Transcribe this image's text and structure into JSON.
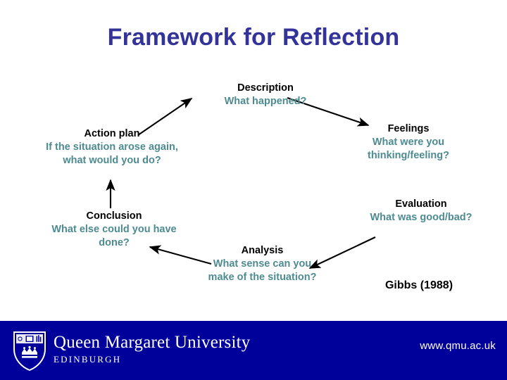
{
  "slide": {
    "title": "Framework for Reflection",
    "title_color": "#333399",
    "background_color": "#ffffff",
    "accent_teal": "#4d8b90",
    "heading_color": "#000000"
  },
  "cycle": {
    "attribution": "Gibbs (1988)",
    "stages": [
      {
        "key": "description",
        "title": "Description",
        "body": "What happened?"
      },
      {
        "key": "feelings",
        "title": "Feelings",
        "body": "What were you thinking/feeling?"
      },
      {
        "key": "evaluation",
        "title": "Evaluation",
        "body": "What was good/bad?"
      },
      {
        "key": "analysis",
        "title": "Analysis",
        "body": "What sense can you make of the situation?"
      },
      {
        "key": "conclusion",
        "title": "Conclusion",
        "body": "What else could you have done?"
      },
      {
        "key": "action-plan",
        "title": "Action plan",
        "body": "If the situation arose again, what would you do?"
      }
    ]
  },
  "footer": {
    "band_color": "#00009b",
    "university_name": "Queen Margaret University",
    "city_name": "EDINBURGH",
    "website_url": "www.qmu.ac.uk",
    "crest_icon": "shield-crest-icon"
  }
}
